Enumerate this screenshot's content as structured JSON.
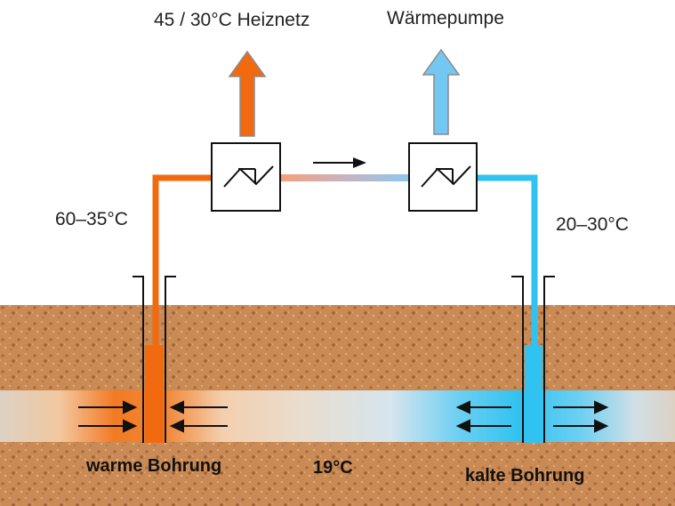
{
  "labels": {
    "heat_network": "45 / 30°C Heiznetz",
    "heat_pump": "Wärmepumpe",
    "warm_temp": "60–35°C",
    "cold_temp": "20–30°C",
    "warm_well": "warme Bohrung",
    "ground_temp": "19°C",
    "cold_well": "kalte Bohrung"
  },
  "colors": {
    "warm": "#f26a10",
    "cold": "#30c2f0",
    "soil": "#c98a55",
    "aquifer": "#dcd2c4"
  }
}
